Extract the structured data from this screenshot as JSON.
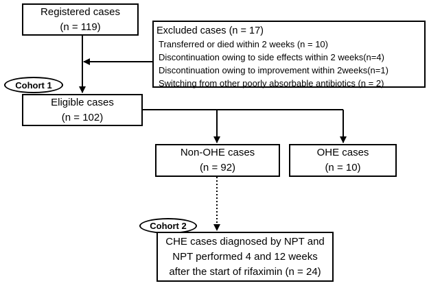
{
  "registered": {
    "line1": "Registered cases",
    "line2": "(n = 119)"
  },
  "excluded": {
    "title": "Excluded cases (n = 17)",
    "items": [
      "Transferred or died within 2 weeks (n = 10)",
      "Discontinuation owing to side effects within 2 weeks(n=4)",
      "Discontinuation owing to improvement within 2weeks(n=1)",
      "Switching from other poorly absorbable antibiotics (n = 2)"
    ]
  },
  "cohort1": "Cohort 1",
  "eligible": {
    "line1": "Eligible cases",
    "line2": "(n = 102)"
  },
  "non_ohe": {
    "line1": "Non-OHE cases",
    "line2": "(n = 92)"
  },
  "ohe": {
    "line1": "OHE cases",
    "line2": "(n = 10)"
  },
  "cohort2": "Cohort 2",
  "che": {
    "line1": "CHE cases diagnosed by NPT and",
    "line2": "NPT performed 4 and 12 weeks",
    "line3": "after the start of rifaximin (n = 24)"
  }
}
